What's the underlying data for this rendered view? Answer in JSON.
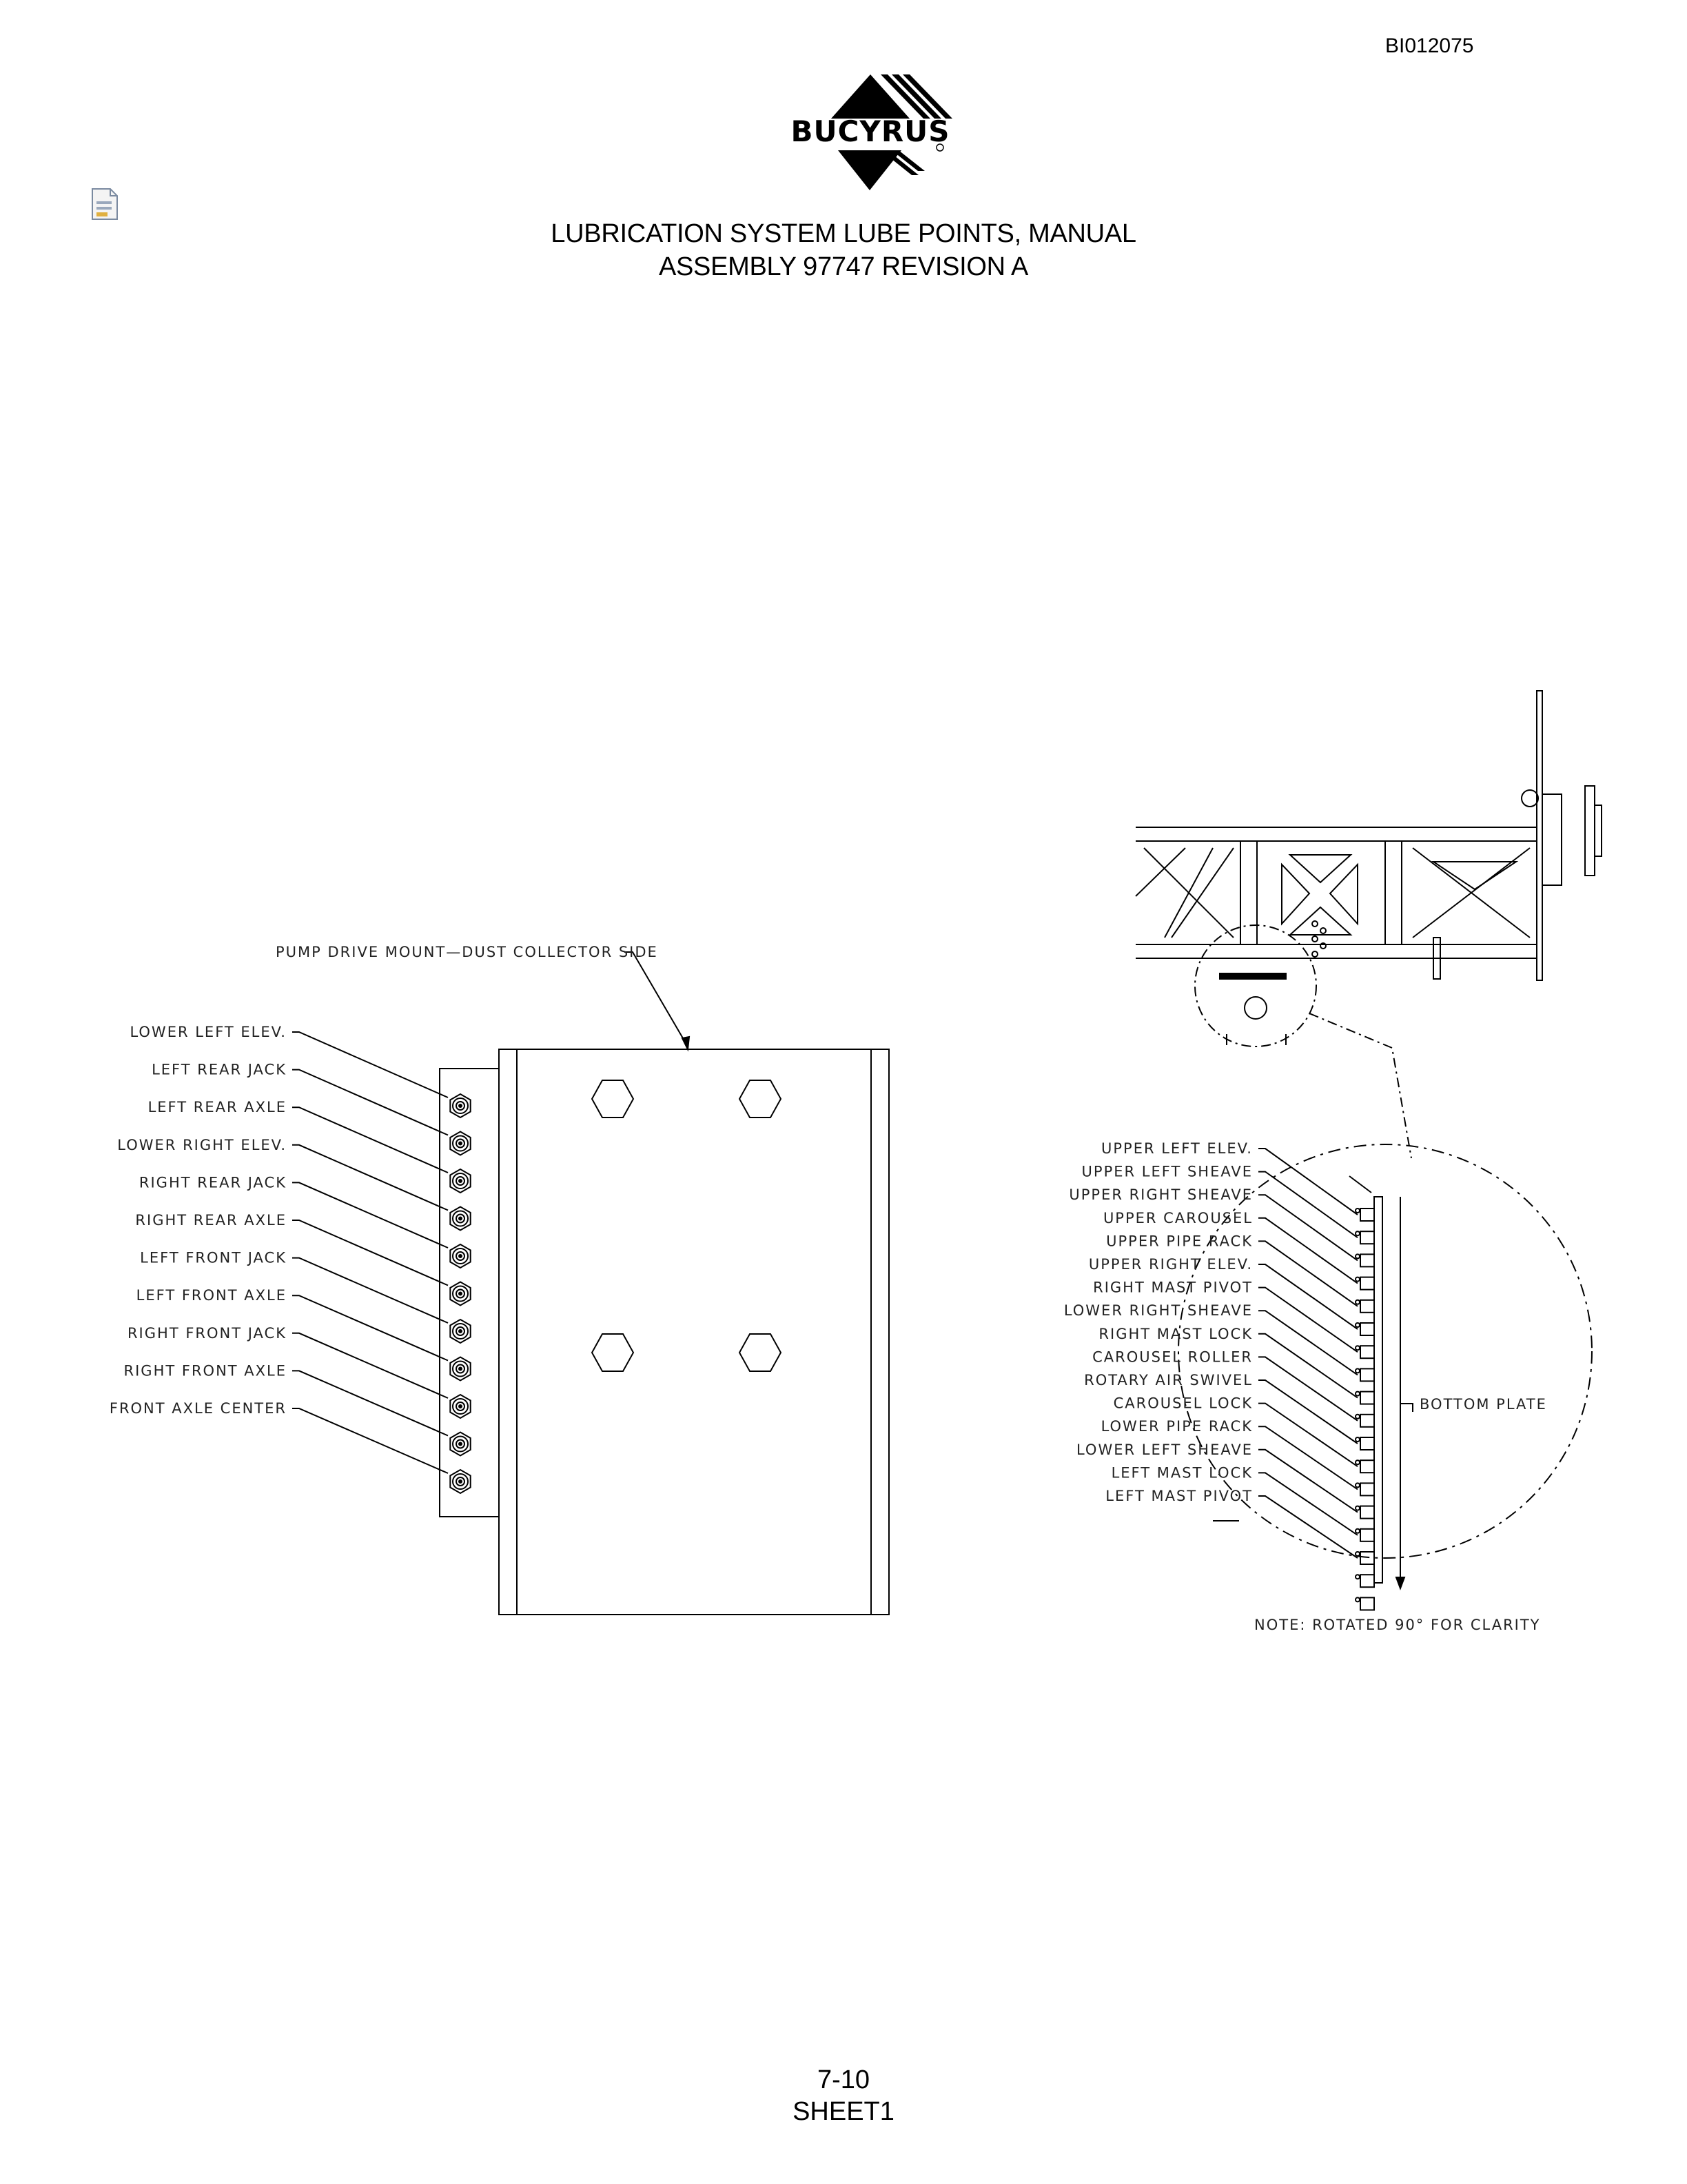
{
  "doc_id": "BI012075",
  "brand": "BUCYRUS",
  "title": {
    "line1": "LUBRICATION SYSTEM LUBE POINTS, MANUAL",
    "line2": "ASSEMBLY 97747 REVISION A"
  },
  "left_view": {
    "callout": "PUMP DRIVE MOUNT—DUST COLLECTOR SIDE",
    "labels": [
      "LOWER LEFT ELEV.",
      "LEFT REAR JACK",
      "LEFT REAR AXLE",
      "LOWER RIGHT ELEV.",
      "RIGHT REAR JACK",
      "RIGHT REAR AXLE",
      "LEFT FRONT JACK",
      "LEFT FRONT AXLE",
      "RIGHT FRONT JACK",
      "RIGHT FRONT AXLE",
      "FRONT AXLE CENTER"
    ]
  },
  "right_view": {
    "labels": [
      "UPPER LEFT ELEV.",
      "UPPER LEFT SHEAVE",
      "UPPER RIGHT SHEAVE",
      "UPPER CAROUSEL",
      "UPPER PIPE RACK",
      "UPPER RIGHT ELEV.",
      "RIGHT MAST PIVOT",
      "LOWER RIGHT SHEAVE",
      "RIGHT MAST LOCK",
      "CAROUSEL ROLLER",
      "ROTARY AIR SWIVEL",
      "CAROUSEL LOCK",
      "LOWER PIPE RACK",
      "LOWER LEFT SHEAVE",
      "LEFT MAST LOCK",
      "LEFT MAST PIVOT"
    ],
    "bottom_plate": "BOTTOM PLATE",
    "note": "NOTE: ROTATED 90° FOR CLARITY"
  },
  "footer": {
    "page": "7-10",
    "sheet": "SHEET1"
  }
}
